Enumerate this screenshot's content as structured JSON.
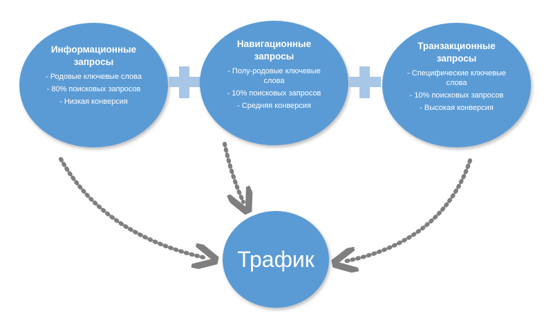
{
  "nodes": [
    {
      "title": "Информационные запросы",
      "lines": [
        "- Родовые ключевые слова",
        "- 80% поисковых запросов",
        "- Низкая конверсия"
      ]
    },
    {
      "title": "Навигационные запросы",
      "lines": [
        "- Полу-родовые ключевые слова",
        "- 10% поисковых запросов",
        "- Средняя конверсия"
      ]
    },
    {
      "title": "Транзакционные запросы",
      "lines": [
        "- Специфические ключевые слова",
        "- 10% поисковых запросов",
        "- Высокая конверсия"
      ]
    }
  ],
  "center": {
    "label": "Трафик"
  },
  "colors": {
    "circle": "#5b9bd5",
    "plus": "#a8c6e6",
    "arrow": "#7f7f7f"
  }
}
